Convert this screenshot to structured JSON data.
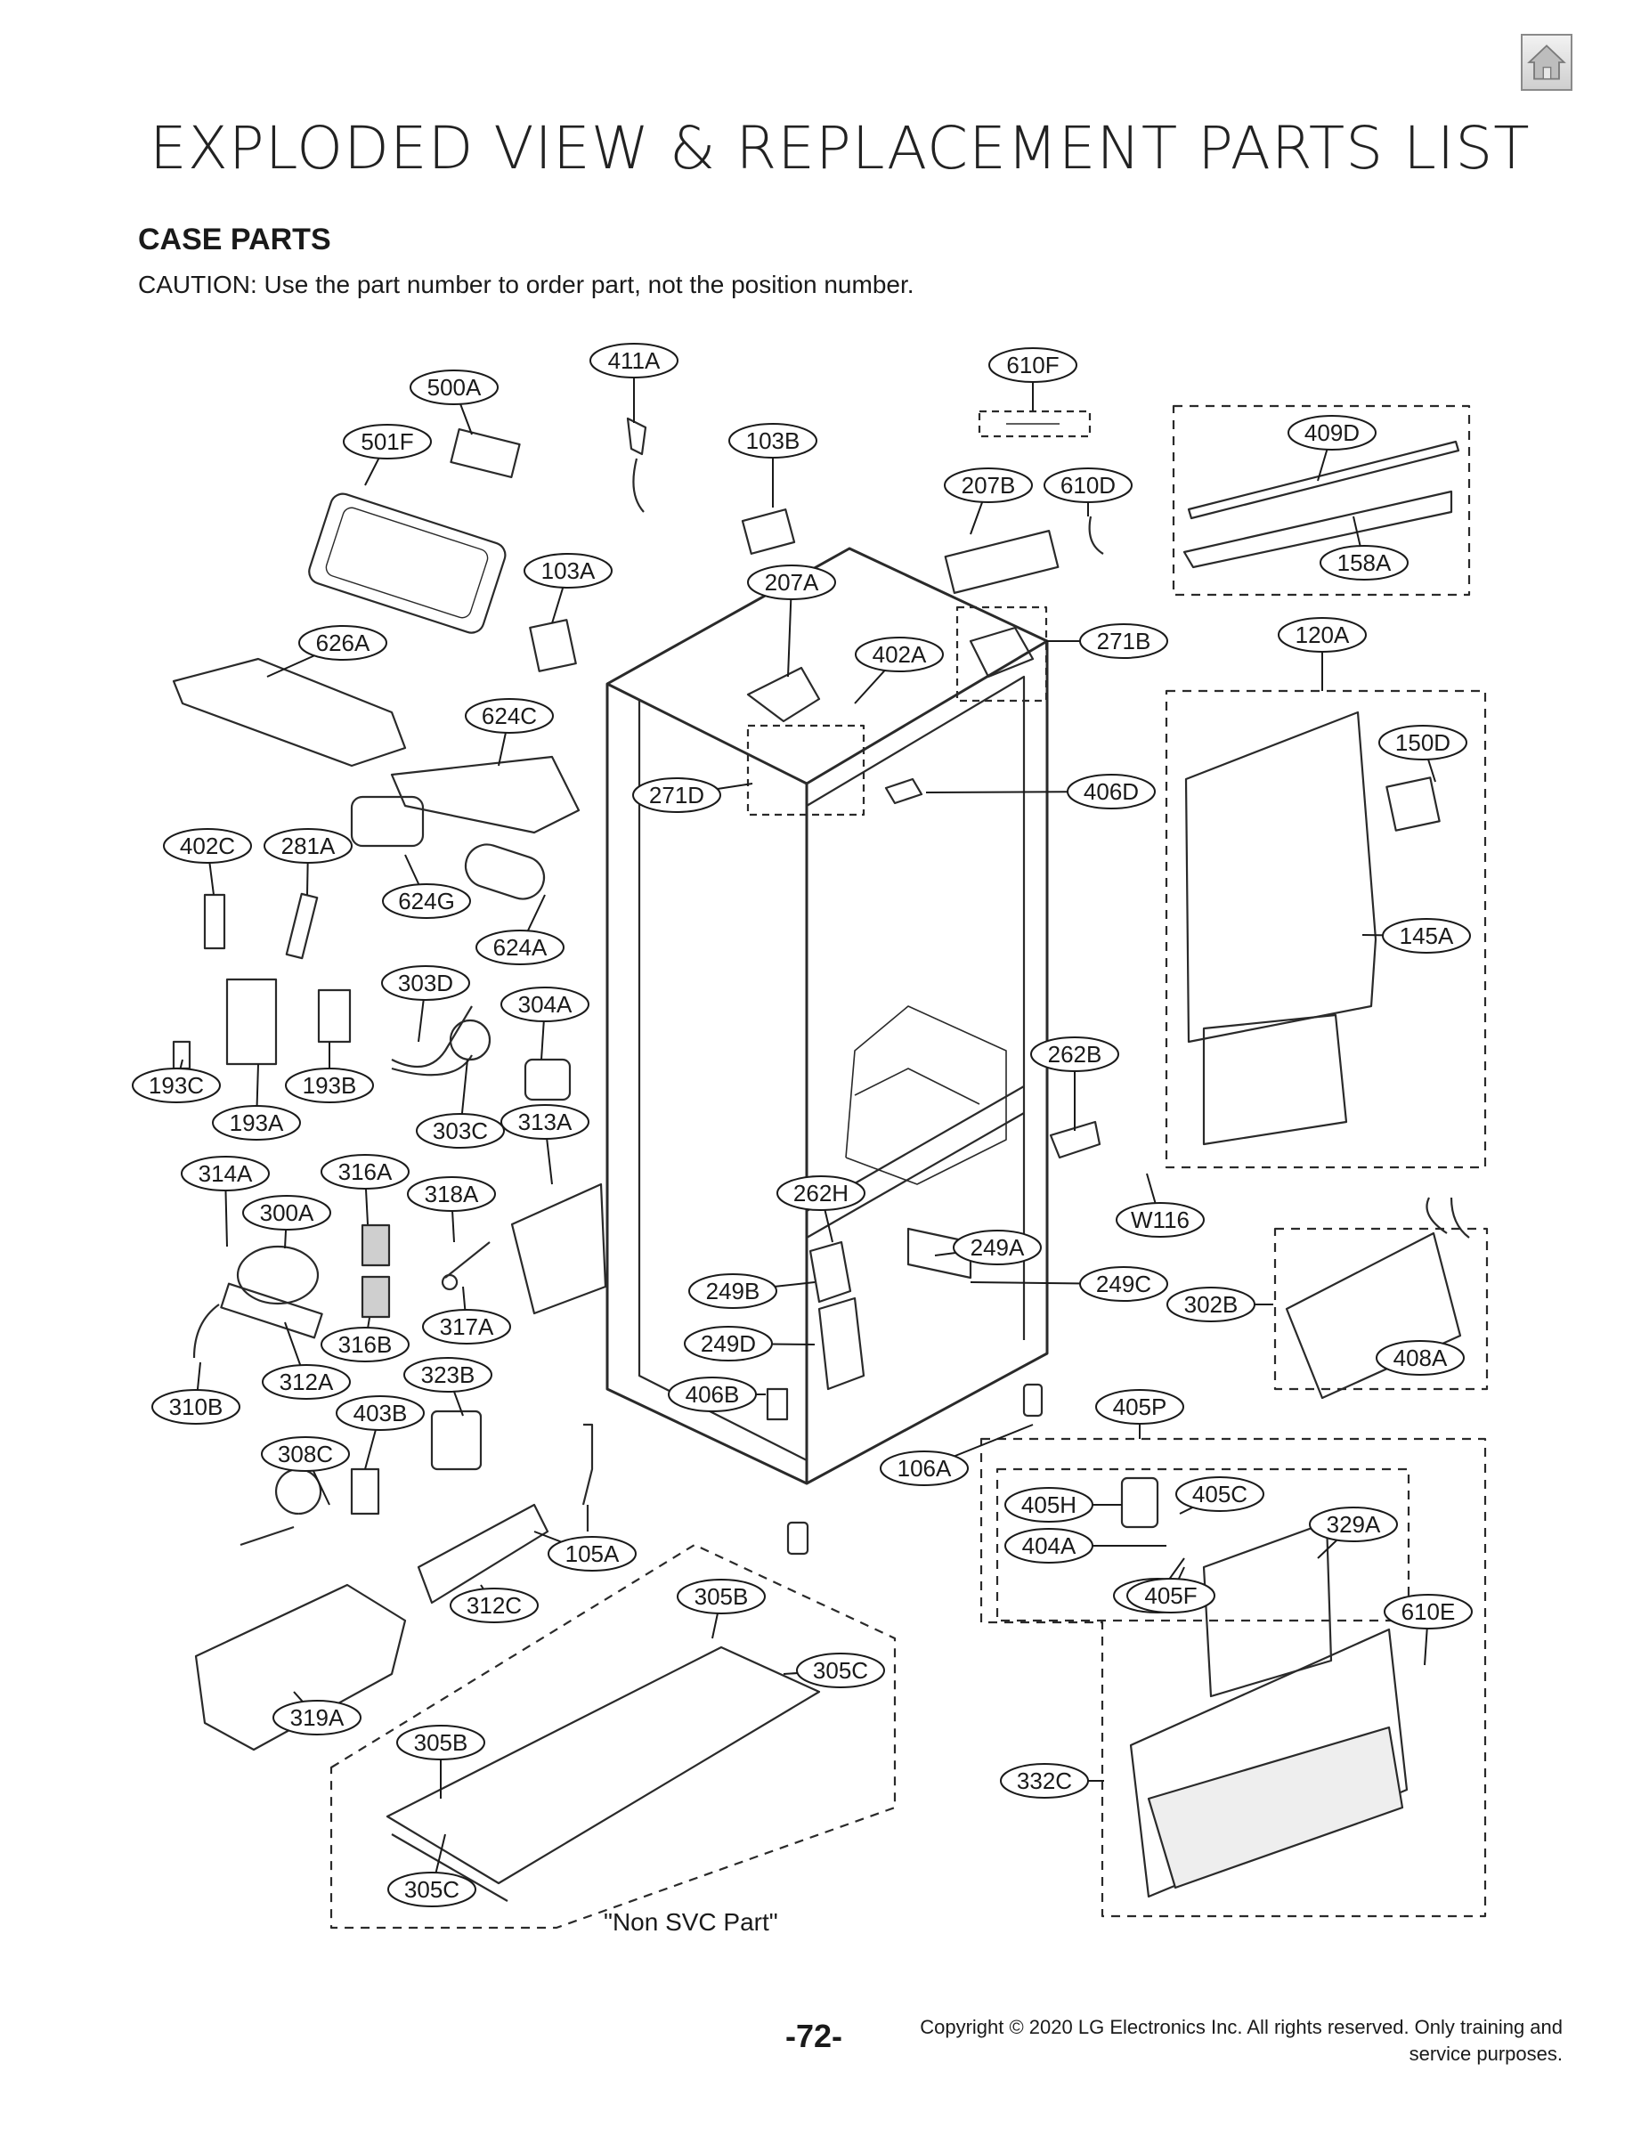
{
  "header": {
    "home_icon": "home-icon",
    "title": "EXPLODED VIEW & REPLACEMENT PARTS LIST",
    "section": "CASE PARTS",
    "caution": "CAUTION: Use the part number to order part, not the position number."
  },
  "diagram": {
    "callouts": [
      "411A",
      "610F",
      "500A",
      "501F",
      "103B",
      "207B",
      "610D",
      "409D",
      "103A",
      "158A",
      "207A",
      "402A",
      "271B",
      "120A",
      "626A",
      "624C",
      "150D",
      "271D",
      "406D",
      "402C",
      "281A",
      "624G",
      "624A",
      "145A",
      "303D",
      "304A",
      "262B",
      "193C",
      "193B",
      "193A",
      "303C",
      "313A",
      "314A",
      "316A",
      "318A",
      "262H",
      "300A",
      "249A",
      "249B",
      "249C",
      "302B",
      "W116",
      "317A",
      "249D",
      "316B",
      "408A",
      "312A",
      "323B",
      "310B",
      "406B",
      "405P",
      "403B",
      "308C",
      "106A",
      "405H",
      "405C",
      "329A",
      "404A",
      "308B",
      "105A",
      "405F",
      "312C",
      "305B",
      "610E",
      "305C",
      "319A",
      "305B",
      "332C",
      "305C"
    ],
    "note": "\"Non SVC Part\""
  },
  "footer": {
    "page_number": "-72-",
    "copyright": "Copyright © 2020 LG Electronics Inc. All rights reserved. Only training and service purposes."
  }
}
